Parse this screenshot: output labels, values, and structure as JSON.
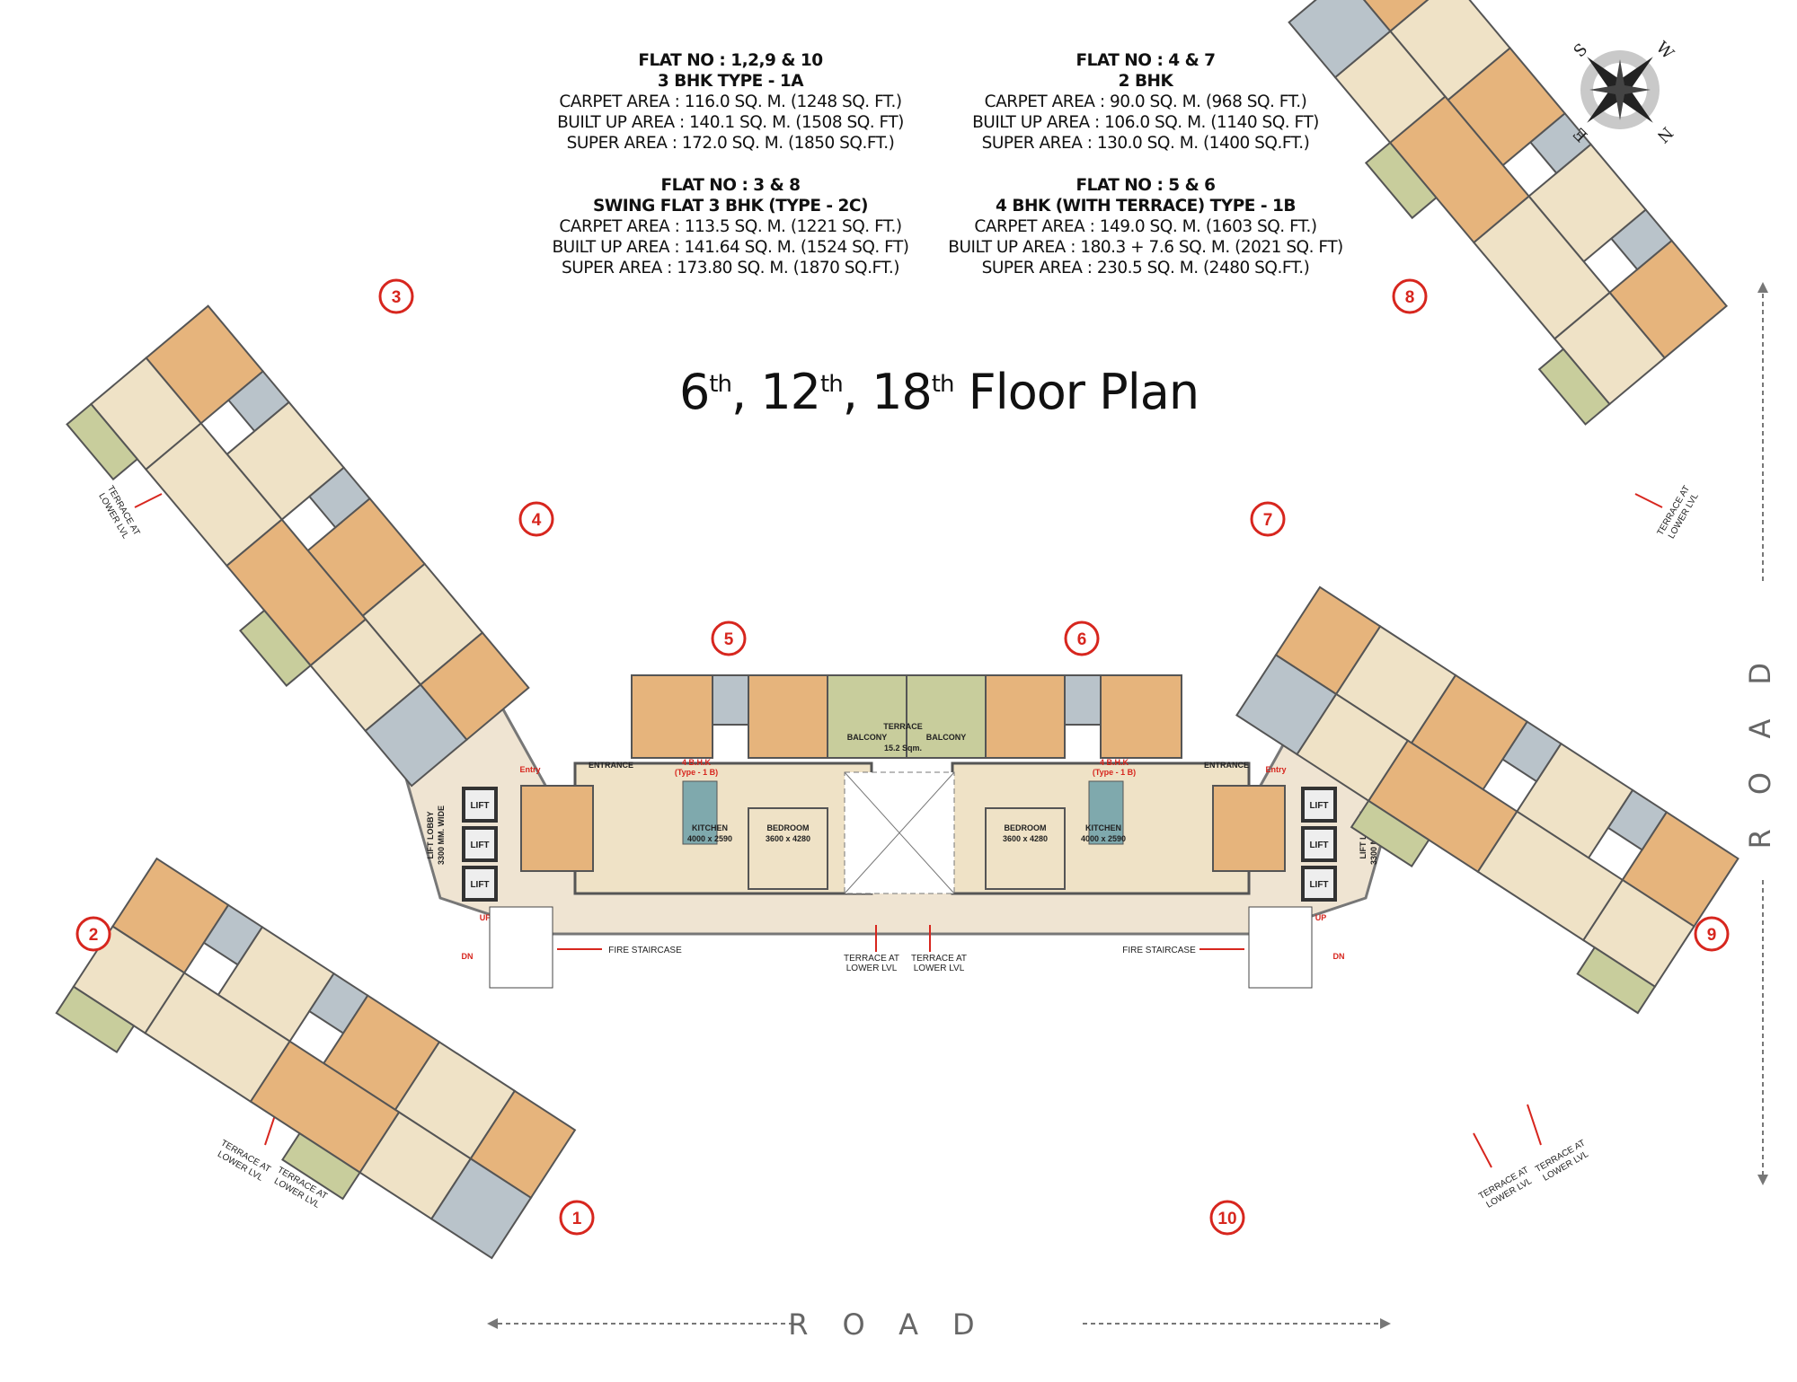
{
  "title": {
    "floors": [
      "6",
      "12",
      "18"
    ],
    "suffix": "th",
    "text": "Floor Plan"
  },
  "specs": [
    {
      "flat_no": "FLAT NO : 1,2,9 & 10",
      "type": "3 BHK TYPE  - 1A",
      "carpet": "CARPET AREA : 116.0 SQ. M. (1248 SQ. FT.)",
      "built_up": "BUILT UP AREA : 140.1 SQ. M. (1508 SQ. FT)",
      "super": "SUPER AREA : 172.0 SQ. M. (1850 SQ.FT.)"
    },
    {
      "flat_no": "FLAT NO : 4 & 7",
      "type": "2 BHK",
      "carpet": "CARPET AREA : 90.0 SQ. M. (968 SQ. FT.)",
      "built_up": "BUILT UP AREA : 106.0 SQ. M. (1140 SQ. FT)",
      "super": "SUPER AREA : 130.0 SQ. M. (1400 SQ.FT.)"
    },
    {
      "flat_no": "FLAT NO : 3 & 8",
      "type": "SWING FLAT 3 BHK (TYPE  - 2C)",
      "carpet": "CARPET AREA : 113.5 SQ. M. (1221 SQ. FT.)",
      "built_up": "BUILT UP AREA : 141.64 SQ. M. (1524 SQ. FT)",
      "super": "SUPER AREA : 173.80 SQ. M. (1870 SQ.FT.)"
    },
    {
      "flat_no": "FLAT NO : 5 & 6",
      "type": "4 BHK (WITH TERRACE)  TYPE  - 1B",
      "carpet": "CARPET AREA : 149.0 SQ. M. (1603 SQ. FT.)",
      "built_up": "BUILT UP AREA : 180.3 + 7.6 SQ. M. (2021 SQ. FT)",
      "super": "SUPER AREA : 230.5 SQ. M. (2480 SQ.FT.)"
    }
  ],
  "flat_numbers": [
    "1",
    "2",
    "3",
    "4",
    "5",
    "6",
    "7",
    "8",
    "9",
    "10"
  ],
  "compass": {
    "letters": [
      "S",
      "W",
      "E",
      "N"
    ]
  },
  "road": {
    "bottom": "ROAD",
    "right": "ROAD"
  },
  "labels": {
    "fire_staircase": "FIRE STAIRCASE",
    "terrace_line1": "TERRACE AT",
    "terrace_line2": "LOWER LVL",
    "lift": "LIFT",
    "lift_lobby": "LIFT LOBBY",
    "lift_lobby_width": "3300 MM. WIDE",
    "kitchen": "KITCHEN",
    "kitchen_size": "4000 x 2590",
    "bedroom": "BEDROOM",
    "bedroom_size": "3600 x 4280",
    "entrance": "ENTRANCE",
    "type_1b": "4 B.H.K",
    "type_1b_sub": "(Type - 1 B)",
    "balcony": "BALCONY",
    "terrace": "TERRACE",
    "terrace_size": "15.2 Sqm.",
    "up": "UP",
    "dn": "DN",
    "entry": "Entry"
  },
  "colors": {
    "accent_red": "#d7261e",
    "bedroom": "#e6b47c",
    "living": "#efe2c6",
    "toilet": "#b9c3ca",
    "balcony": "#c8cd9c",
    "lobby": "#efe4d2"
  }
}
